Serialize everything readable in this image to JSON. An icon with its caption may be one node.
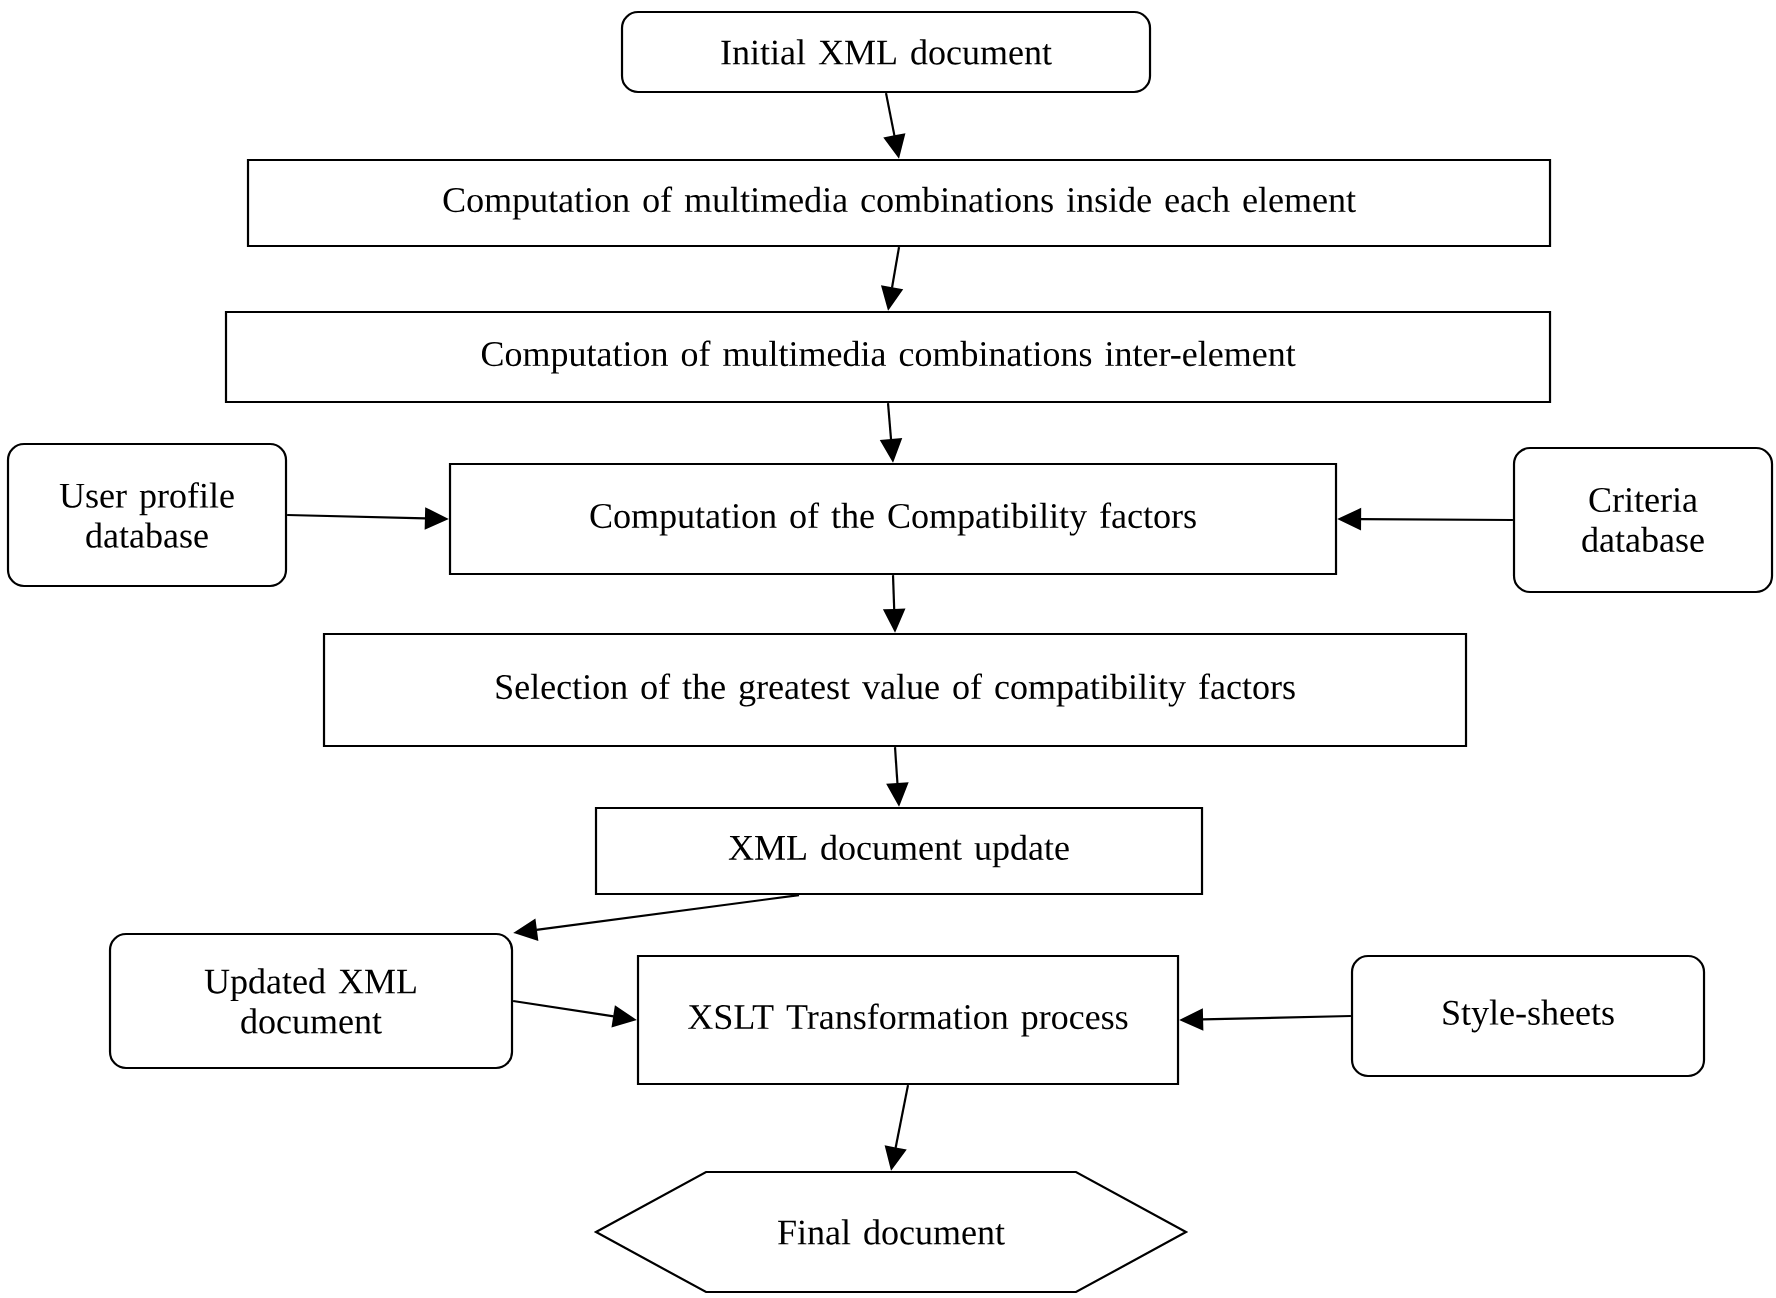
{
  "diagram": {
    "nodes": [
      {
        "text": [
          "Initial XML document"
        ]
      },
      {
        "text": [
          "Computation of multimedia combinations inside each element"
        ]
      },
      {
        "text": [
          "Computation of multimedia combinations inter-element"
        ]
      },
      {
        "text": [
          "User profile database"
        ]
      },
      {
        "text": [
          "Computation of the Compatibility factors"
        ]
      },
      {
        "text": [
          "Criteria database"
        ]
      },
      {
        "text": [
          "Selection of the greatest value of compatibility factors"
        ]
      },
      {
        "text": [
          "XML document update"
        ]
      },
      {
        "text": [
          "Updated XML document"
        ]
      },
      {
        "text": [
          "XSLT Transformation process"
        ]
      },
      {
        "text": [
          "Style-sheets"
        ]
      },
      {
        "text": [
          "Final document"
        ]
      }
    ],
    "edges": [
      {
        "from": 0,
        "to": 1,
        "arrow": "to"
      },
      {
        "from": 1,
        "to": 2,
        "arrow": "to"
      },
      {
        "from": 2,
        "to": 4,
        "arrow": "to"
      },
      {
        "from": 3,
        "to": 4,
        "arrow": "to"
      },
      {
        "from": 5,
        "to": 4,
        "arrow": "to"
      },
      {
        "from": 4,
        "to": 6,
        "arrow": "to"
      },
      {
        "from": 6,
        "to": 7,
        "arrow": "to"
      },
      {
        "from": 7,
        "to": 8,
        "arrow": "to"
      },
      {
        "from": 8,
        "to": 9,
        "arrow": "to"
      },
      {
        "from": 10,
        "to": 9,
        "arrow": "to"
      },
      {
        "from": 9,
        "to": 11,
        "arrow": "to"
      }
    ]
  }
}
